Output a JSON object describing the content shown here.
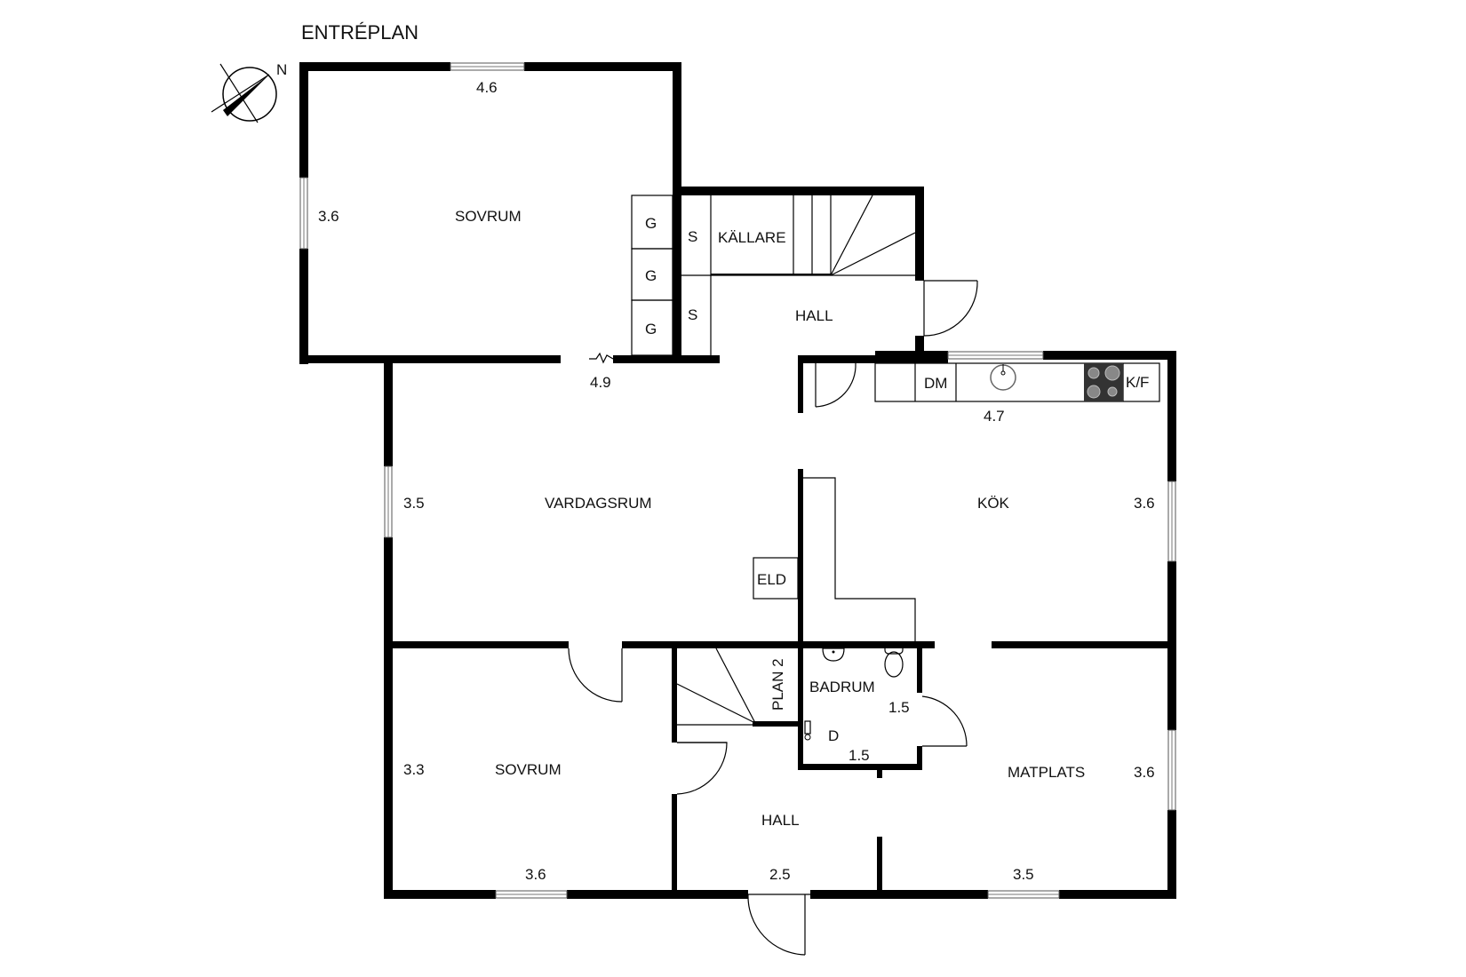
{
  "title": "ENTRÉPLAN",
  "compass": {
    "label": "N"
  },
  "rooms": {
    "sovrum_top": {
      "name": "SOVRUM",
      "width": "4.6",
      "depth": "3.6"
    },
    "kallare": {
      "name": "KÄLLARE"
    },
    "hall_top": {
      "name": "HALL"
    },
    "closets": {
      "g1": "G",
      "g2": "G",
      "g3": "G",
      "s1": "S",
      "s2": "S"
    },
    "vardagsrum": {
      "name": "VARDAGSRUM",
      "width": "4.9",
      "depth": "3.5"
    },
    "eld": {
      "name": "ELD"
    },
    "kok": {
      "name": "KÖK",
      "width": "4.7",
      "depth": "3.6",
      "dm": "DM",
      "kf": "K/F"
    },
    "plan2": {
      "name": "PLAN 2"
    },
    "badrum": {
      "name": "BADRUM",
      "width": "1.5",
      "depth": "1.5",
      "d": "D"
    },
    "sovrum_bottom": {
      "name": "SOVRUM",
      "width": "3.6",
      "depth": "3.3"
    },
    "hall_bottom": {
      "name": "HALL",
      "width": "2.5"
    },
    "matplats": {
      "name": "MATPLATS",
      "width": "3.5",
      "depth": "3.6"
    }
  }
}
